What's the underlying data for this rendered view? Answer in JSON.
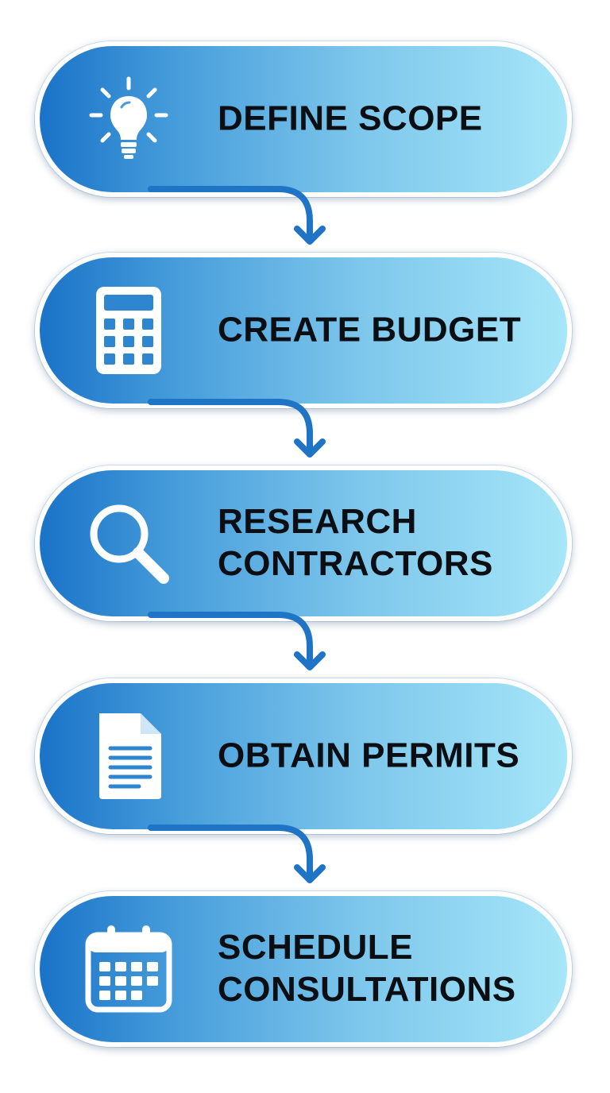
{
  "flow": {
    "accent_color": "#1f74c6",
    "steps": [
      {
        "label": "DEFINE SCOPE",
        "icon": "lightbulb-icon"
      },
      {
        "label": "CREATE BUDGET",
        "icon": "calculator-icon"
      },
      {
        "label": "RESEARCH\nCONTRACTORS",
        "icon": "magnifier-icon"
      },
      {
        "label": "OBTAIN PERMITS",
        "icon": "document-icon"
      },
      {
        "label": "SCHEDULE\nCONSULTATIONS",
        "icon": "calendar-icon"
      }
    ]
  }
}
